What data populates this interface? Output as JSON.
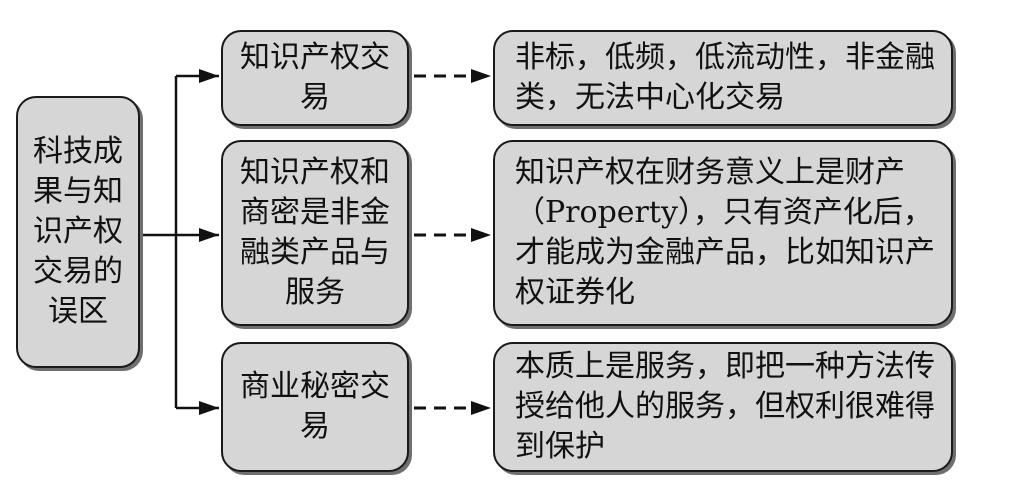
{
  "root": {
    "text": "科技成果与知识产权交易的误区"
  },
  "categories": [
    {
      "label": "知识产权交易",
      "description": "非标，低频，低流动性，非金融类，无法中心化交易"
    },
    {
      "label": "知识产权和商密是非金融类产品与服务",
      "description": "知识产权在财务意义上是财产（Property），只有资产化后，才能成为金融产品，比如知识产权证券化"
    },
    {
      "label": "商业秘密交易",
      "description": "本质上是服务，即把一种方法传授给他人的服务，但权利很难得到保护"
    }
  ]
}
